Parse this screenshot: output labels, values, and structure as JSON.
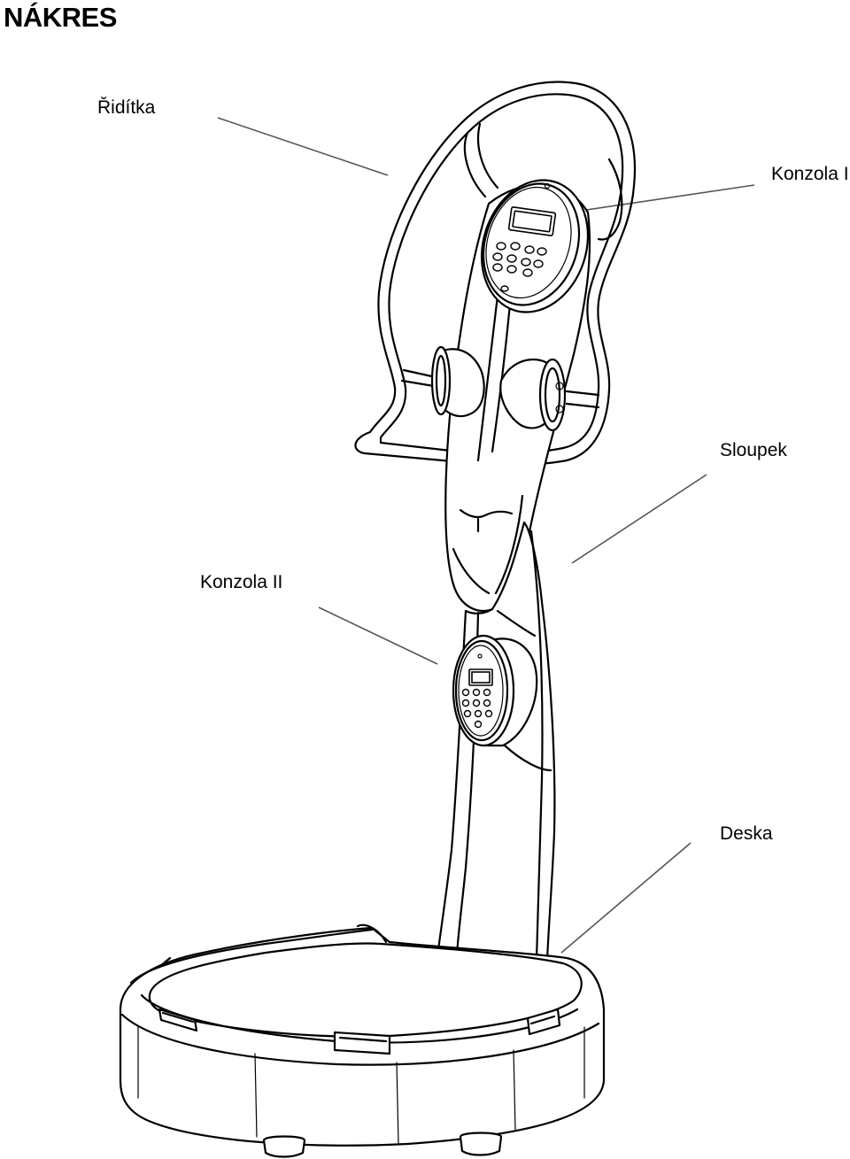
{
  "title": "NÁKRES",
  "labels": {
    "handlebars": "Řidítka",
    "console_1": "Konzola I",
    "column": "Sloupek",
    "console_2": "Konzola II",
    "plate": "Deska"
  }
}
